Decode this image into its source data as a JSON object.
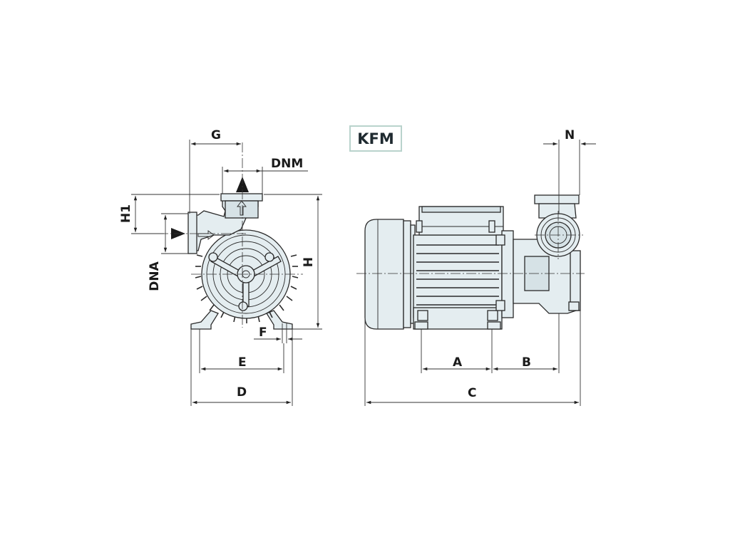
{
  "model_label": "KFM",
  "dimension_labels": {
    "G": "G",
    "DNM": "DNM",
    "H1": "H1",
    "DNA": "DNA",
    "H": "H",
    "F": "F",
    "E": "E",
    "D": "D",
    "N": "N",
    "A": "A",
    "B": "B",
    "C": "C"
  },
  "colors": {
    "body_fill": "#e4edf0",
    "outline": "#2a2a2a",
    "label_border": "#b9d3cc"
  }
}
